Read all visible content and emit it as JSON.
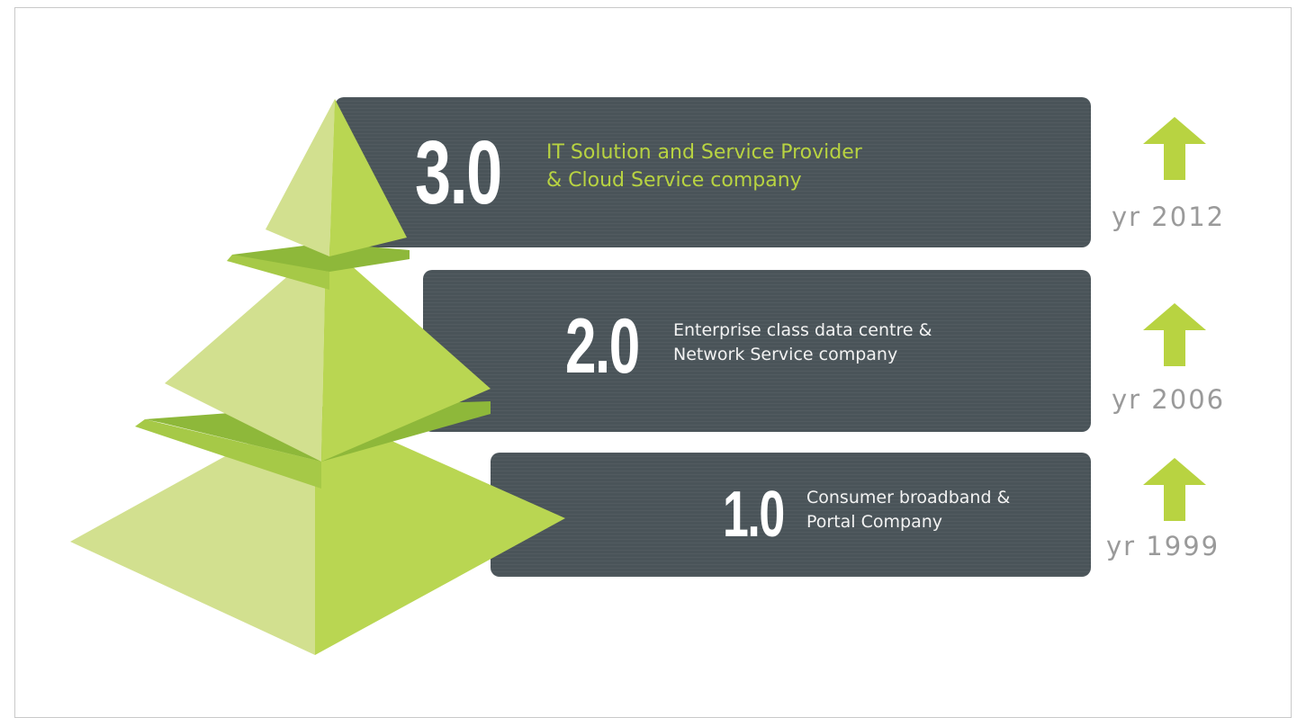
{
  "tiers": [
    {
      "version": "3.0",
      "description_lines": [
        "IT Solution and Service Provider",
        "& Cloud Service company"
      ],
      "year": "yr 2012"
    },
    {
      "version": "2.0",
      "description_lines": [
        "Enterprise class data centre &",
        "Network Service company"
      ],
      "year": "yr 2006"
    },
    {
      "version": "1.0",
      "description_lines": [
        "Consumer broadband &",
        "Portal Company"
      ],
      "year": "yr 1999"
    }
  ],
  "colors": {
    "band": "#4a5459",
    "accent_green": "#b8d341",
    "pyramid_light": "#d2e08f",
    "pyramid_mid": "#b9d652",
    "pyramid_dark": "#8eb83a",
    "year_text": "#9a9a9a"
  },
  "icons": {
    "arrow": "up-arrow-icon",
    "pyramid": "pyramid-icon"
  }
}
